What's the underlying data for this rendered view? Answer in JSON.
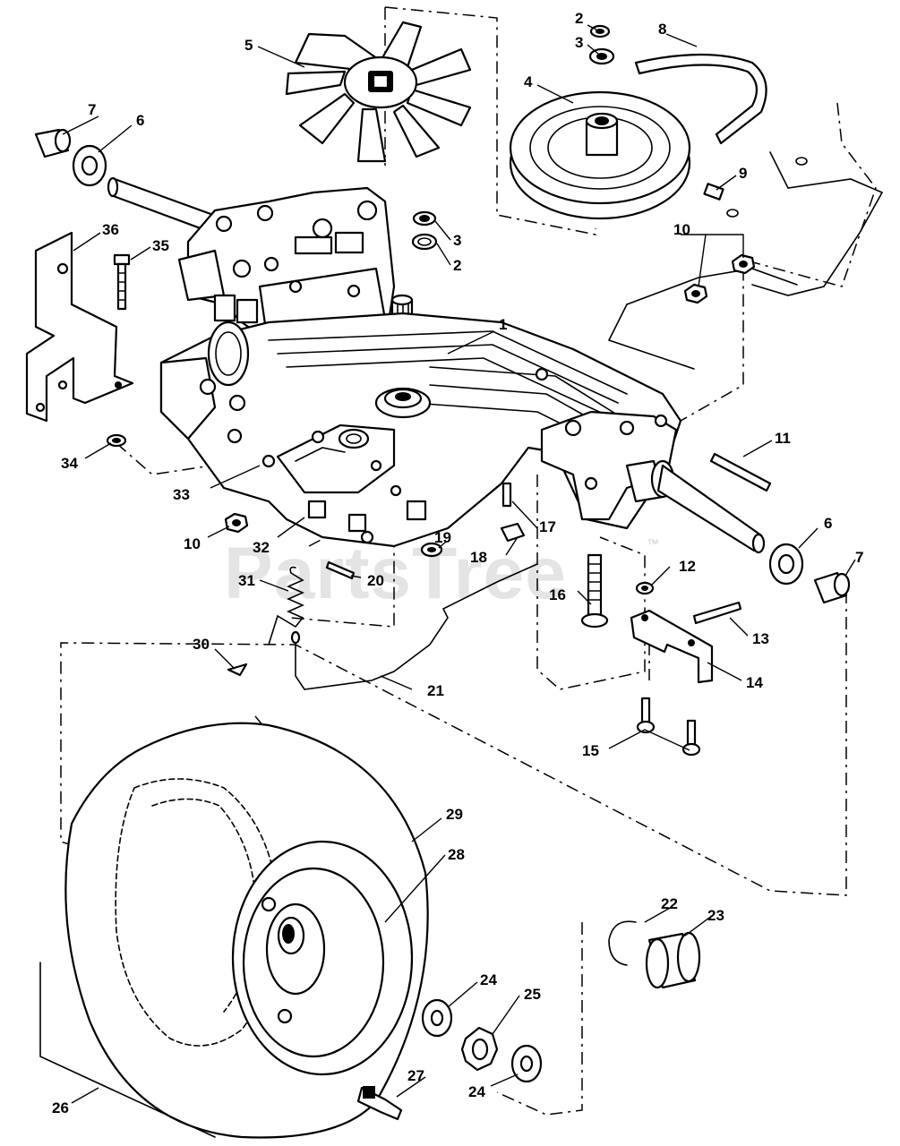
{
  "watermark": {
    "text": "PartsTree",
    "trademark": "™"
  },
  "callouts": {
    "c1": "1",
    "c2a": "2",
    "c2b": "2",
    "c3a": "3",
    "c3b": "3",
    "c4": "4",
    "c5": "5",
    "c6a": "6",
    "c6b": "6",
    "c7a": "7",
    "c7b": "7",
    "c8": "8",
    "c9": "9",
    "c10a": "10",
    "c10b": "10",
    "c11": "11",
    "c12": "12",
    "c13": "13",
    "c14": "14",
    "c15": "15",
    "c16": "16",
    "c17": "17",
    "c18": "18",
    "c19": "19",
    "c20": "20",
    "c21": "21",
    "c22": "22",
    "c23": "23",
    "c24a": "24",
    "c24b": "24",
    "c25": "25",
    "c26": "26",
    "c27": "27",
    "c28": "28",
    "c29": "29",
    "c30": "30",
    "c31": "31",
    "c32": "32",
    "c33": "33",
    "c34": "34",
    "c35": "35",
    "c36": "36"
  }
}
